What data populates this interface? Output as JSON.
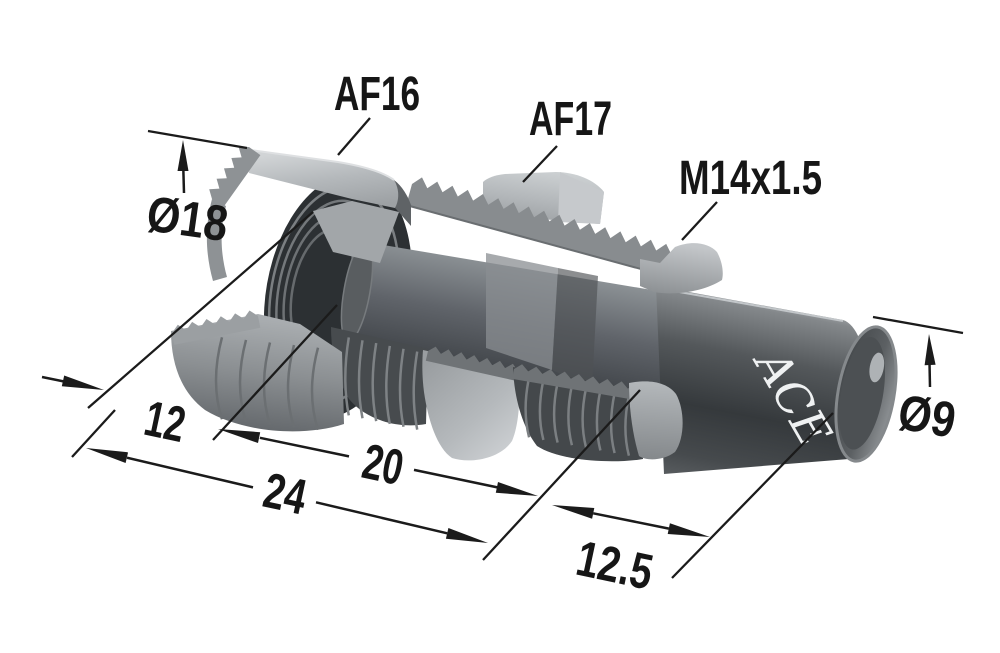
{
  "diagram": {
    "background_color": "#ffffff",
    "line_color": "#1b1b1b",
    "description": "Isometric cutaway technical drawing of a threaded miniature shock absorber with dimension callouts",
    "body_marking": "ACE"
  },
  "callouts": {
    "af16": "AF16",
    "af17": "AF17",
    "thread": "M14x1.5"
  },
  "dimensions": {
    "dia_rear": "Ø18",
    "dia_front": "Ø9",
    "len_rear": "12",
    "len_overall": "24",
    "len_thread": "20",
    "len_front": "12.5"
  }
}
